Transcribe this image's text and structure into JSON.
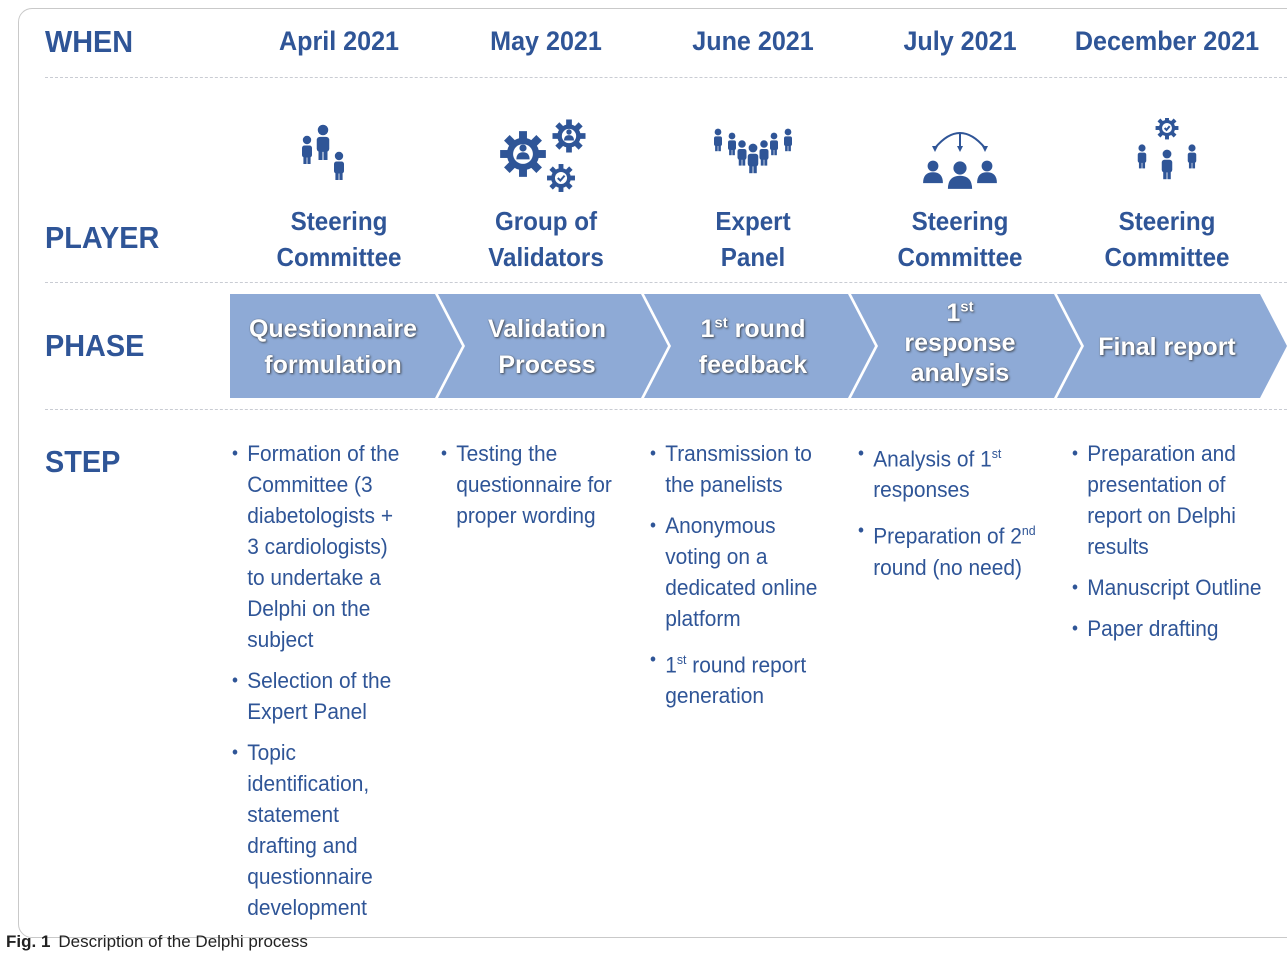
{
  "row_labels": {
    "when": "WHEN",
    "player": "PLAYER",
    "phase": "PHASE",
    "step": "STEP"
  },
  "columns": [
    {
      "when": "April 2021",
      "icon": "team-group-icon",
      "player": [
        "Steering",
        "Committee"
      ],
      "phase": [
        "Questionnaire",
        "formulation"
      ],
      "steps": [
        "Formation of the Committee (3 diabetologists + 3 cardiologists) to undertake a Delphi on the subject",
        "Selection of the Expert Panel",
        "Topic identification, statement drafting and questionnaire development"
      ]
    },
    {
      "when": "May 2021",
      "icon": "gears-validators-icon",
      "player": [
        "Group of",
        "Validators"
      ],
      "phase": [
        "Validation",
        "Process"
      ],
      "steps": [
        "Testing the questionnaire for proper wording"
      ]
    },
    {
      "when": "June 2021",
      "icon": "expert-crowd-icon",
      "player": [
        "Expert",
        "Panel"
      ],
      "phase": [
        "1st round",
        "feedback"
      ],
      "steps": [
        "Transmission to the panelists",
        "Anonymous voting on a dedicated online platform",
        "1st round report generation"
      ]
    },
    {
      "when": "July 2021",
      "icon": "team-analysis-icon",
      "player": [
        "Steering",
        "Committee"
      ],
      "phase": [
        "1st",
        "response",
        "analysis"
      ],
      "steps": [
        "Analysis of 1st responses",
        "Preparation of 2nd round (no need)"
      ]
    },
    {
      "when": "December 2021",
      "icon": "team-gear-icon",
      "player": [
        "Steering",
        "Committee"
      ],
      "phase": [
        "Final report"
      ],
      "steps": [
        "Preparation and presentation of report on Delphi results",
        "Manuscript Outline",
        "Paper drafting"
      ]
    }
  ],
  "caption": {
    "label": "Fig. 1",
    "text": "Description of the Delphi process"
  },
  "colors": {
    "text": "#2f5597",
    "chevron": "#8eaad6",
    "icon": "#2f5597"
  }
}
